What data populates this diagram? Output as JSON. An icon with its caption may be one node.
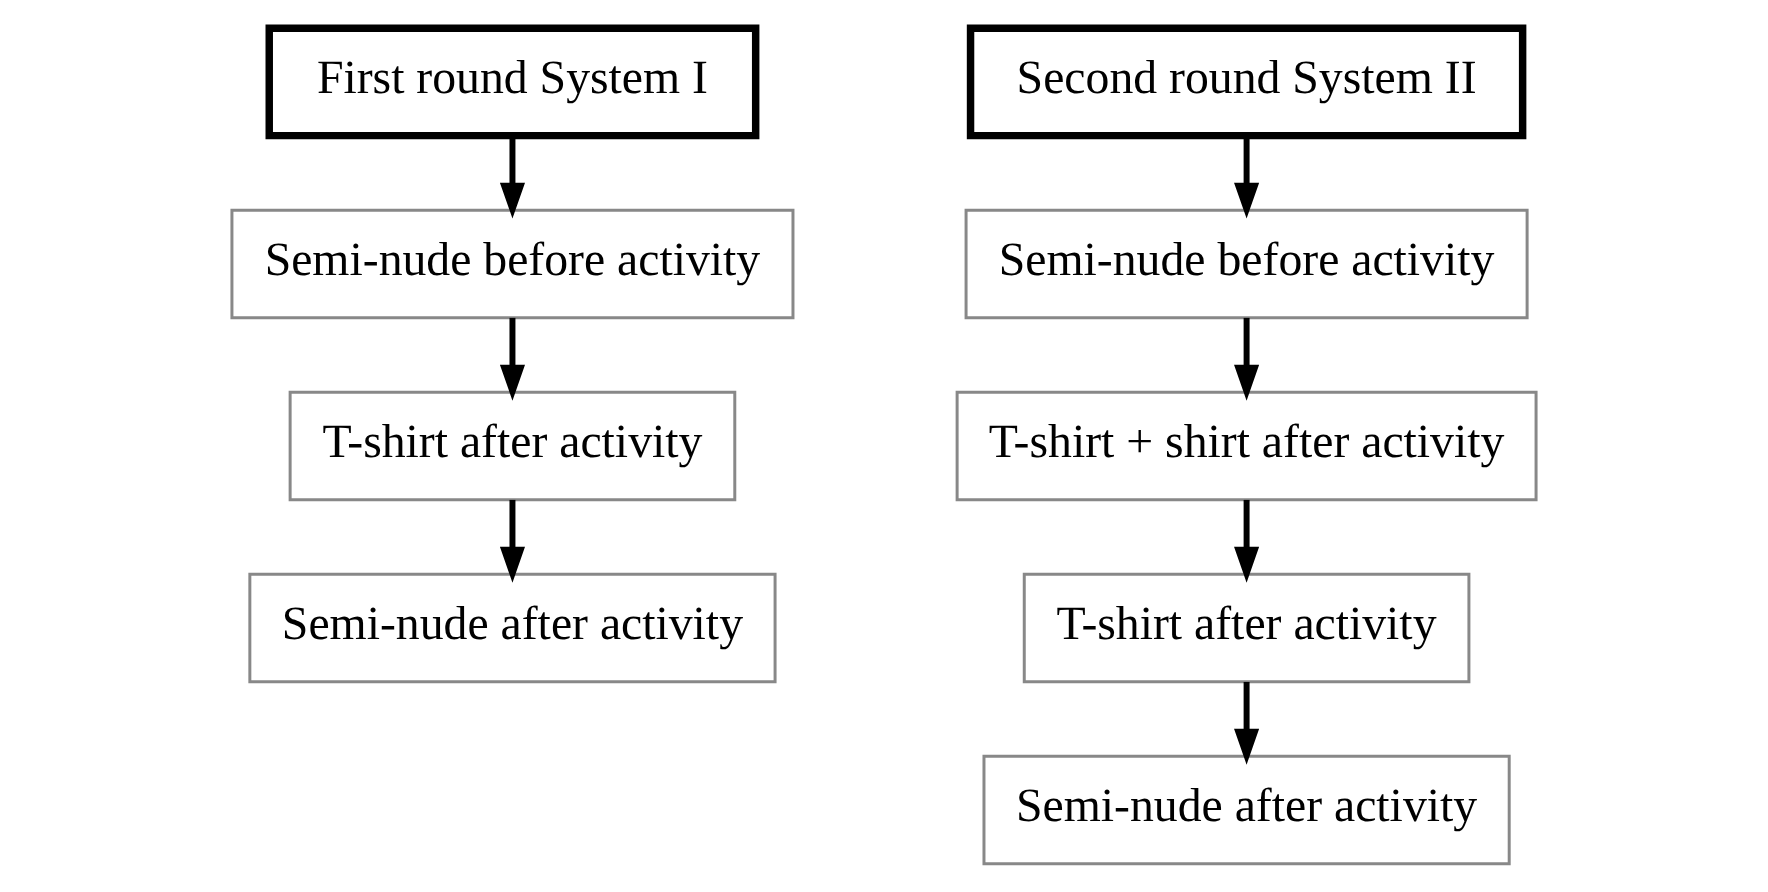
{
  "diagram": {
    "nodes": [
      {
        "text": [
          "First round System I"
        ]
      },
      {
        "text": [
          "Semi-nude before activity"
        ]
      },
      {
        "text": [
          "T-shirt after activity"
        ]
      },
      {
        "text": [
          "Semi-nude after activity"
        ]
      },
      {
        "text": [
          "Second round System II"
        ]
      },
      {
        "text": [
          "Semi-nude before activity"
        ]
      },
      {
        "text": [
          "T-shirt + shirt after activity"
        ]
      },
      {
        "text": [
          "T-shirt after activity"
        ]
      },
      {
        "text": [
          "Semi-nude after activity"
        ]
      }
    ],
    "edges": [
      {
        "from": 0,
        "to": 1,
        "arrow": "to"
      },
      {
        "from": 1,
        "to": 2,
        "arrow": "to"
      },
      {
        "from": 2,
        "to": 3,
        "arrow": "to"
      },
      {
        "from": 4,
        "to": 5,
        "arrow": "to"
      },
      {
        "from": 5,
        "to": 6,
        "arrow": "to"
      },
      {
        "from": 6,
        "to": 7,
        "arrow": "to"
      },
      {
        "from": 7,
        "to": 8,
        "arrow": "to"
      }
    ]
  }
}
